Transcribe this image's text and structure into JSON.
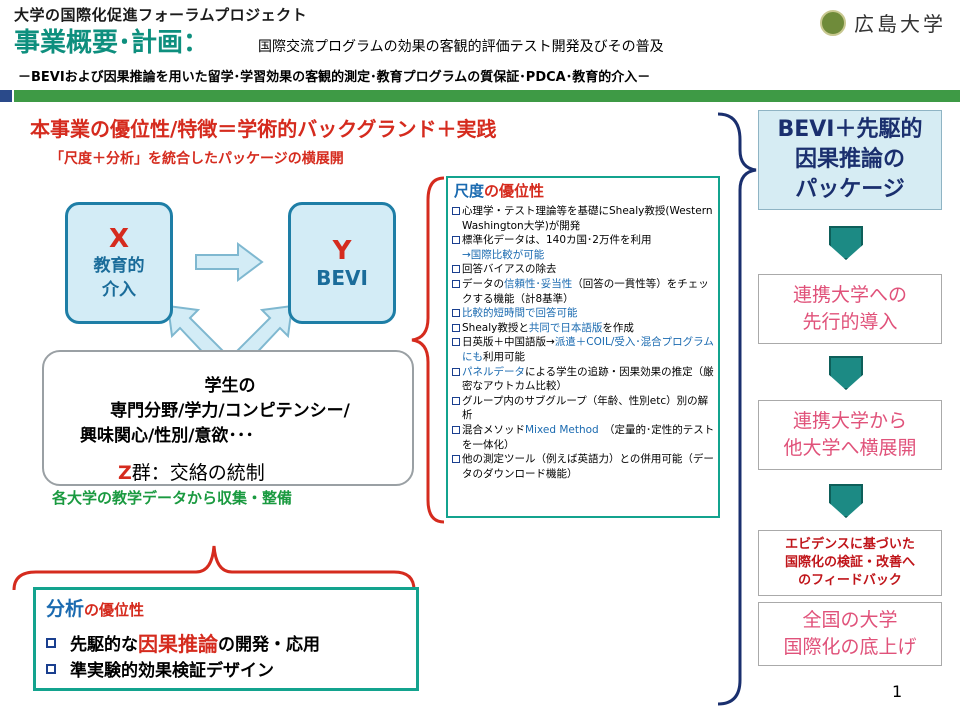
{
  "header": {
    "project_title": "大学の国際化促進フォーラムプロジェクト",
    "main_title": "事業概要･計画：",
    "main_desc": "国際交流プログラムの効果の客観的評価テスト開発及びその普及",
    "subtitle": "－BEVIおよび因果推論を用いた留学･学習効果の客観的測定･教育プログラムの質保証･PDCA･教育的介入－",
    "logo_text": "広島大学"
  },
  "left": {
    "merit_heading": "本事業の優位性/特徴＝学術的バックグランド＋実践",
    "package_note": "「尺度＋分析」を統合したパッケージの横展開",
    "box_x": {
      "letter": "X",
      "text1": "教育的",
      "text2": "介入"
    },
    "box_y": {
      "letter": "Y",
      "text1": "BEVI"
    },
    "student_line1": "学生の",
    "student_line2": "専門分野/学力/コンピテンシー/",
    "student_line3": "興味関心/性別/意欲･･･",
    "z_letter": "Z",
    "z_rest": "群：交絡の統制",
    "collect_note": "各大学の教学データから収集・整備"
  },
  "analysis": {
    "title_big": "分析",
    "title_small": "の優位性",
    "item1_pre": "先駆的な",
    "item1_em": "因果推論",
    "item1_post": "の開発・応用",
    "item2": "準実験的効果検証デザイン"
  },
  "scale": {
    "title_big": "尺度",
    "title_small": "の優位性",
    "items": [
      {
        "text": "心理学・テスト理論等を基礎にShealy教授(Western Washington大学)が開発"
      },
      {
        "text": "標準化データは、140カ国･2万件を利用",
        "blue_line": "→国際比較が可能"
      },
      {
        "text": "回答バイアスの除去"
      },
      {
        "pre": "データの",
        "blue": "信頼性･妥当性",
        "post": "（回答の一貫性等）をチェックする機能（計8基準）"
      },
      {
        "blue_only": "比較的短時間で回答可能"
      },
      {
        "pre": "Shealy教授と",
        "blue": "共同で日本語版",
        "post": "を作成"
      },
      {
        "pre": "日英版＋中国語版→",
        "blue": "派遣＋COIL/受入･混合プログラムにも",
        "post": "利用可能"
      },
      {
        "blue_pre": "パネルデータ",
        "post": "による学生の追跡・因果効果の推定（厳密なアウトカム比較）"
      },
      {
        "text": "グループ内のサブグループ（年齢、性別etc）別の解析"
      },
      {
        "pre": "混合メソッド",
        "blue": "Mixed Method",
        "post": "　（定量的･定性的テストを一体化）"
      },
      {
        "text": "他の測定ツール（例えば英語力）との併用可能（データのダウンロード機能）"
      }
    ]
  },
  "flow": {
    "step1": [
      "BEVI＋先駆的",
      "因果推論の",
      "パッケージ"
    ],
    "step2": [
      "連携大学への",
      "先行的導入"
    ],
    "step3": [
      "連携大学から",
      "他大学へ横展開"
    ],
    "step4": [
      "エビデンスに基づいた",
      "国際化の検証・改善へ",
      "のフィードバック"
    ],
    "step5": [
      "全国の大学",
      "国際化の底上げ"
    ]
  },
  "page_number": "1"
}
